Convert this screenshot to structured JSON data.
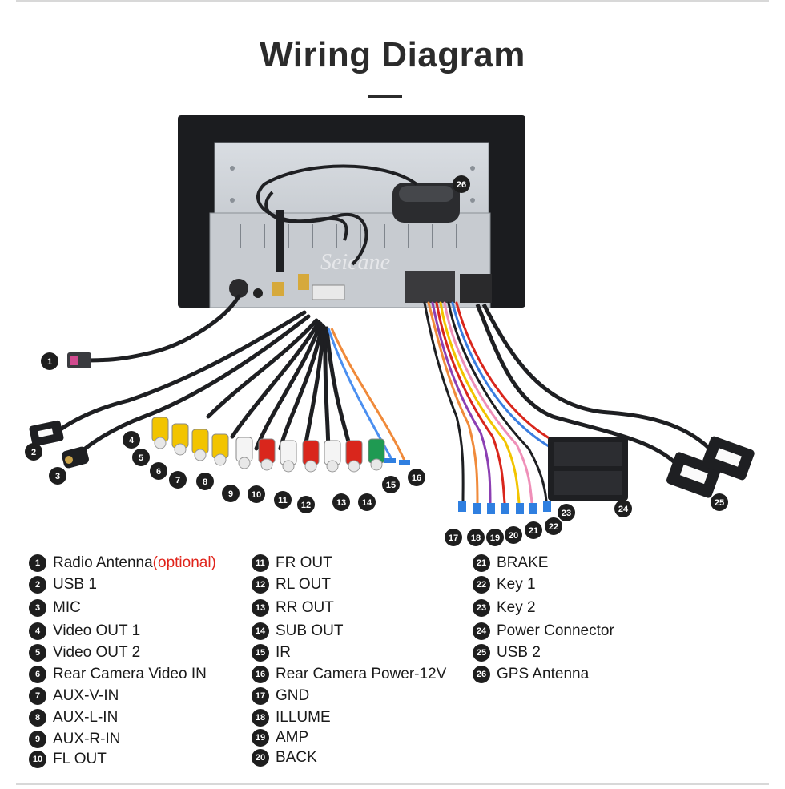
{
  "title": "Wiring Diagram",
  "watermark": "Seicane",
  "callouts": [
    "1",
    "2",
    "3",
    "4",
    "5",
    "6",
    "7",
    "8",
    "9",
    "10",
    "11",
    "12",
    "13",
    "14",
    "15",
    "16",
    "17",
    "18",
    "19",
    "20",
    "21",
    "22",
    "23",
    "24",
    "25",
    "26"
  ],
  "legend": [
    {
      "num": "1",
      "label": "Radio Antenna",
      "note": "(optional)"
    },
    {
      "num": "2",
      "label": "USB 1"
    },
    {
      "num": "3",
      "label": "MIC"
    },
    {
      "num": "4",
      "label": "Video OUT 1"
    },
    {
      "num": "5",
      "label": "Video OUT 2"
    },
    {
      "num": "6",
      "label": "Rear Camera Video IN"
    },
    {
      "num": "7",
      "label": "AUX-V-IN"
    },
    {
      "num": "8",
      "label": "AUX-L-IN"
    },
    {
      "num": "9",
      "label": "AUX-R-IN"
    },
    {
      "num": "10",
      "label": "FL OUT"
    },
    {
      "num": "11",
      "label": "FR OUT"
    },
    {
      "num": "12",
      "label": "RL OUT"
    },
    {
      "num": "13",
      "label": "RR OUT"
    },
    {
      "num": "14",
      "label": "SUB OUT"
    },
    {
      "num": "15",
      "label": "IR"
    },
    {
      "num": "16",
      "label": "Rear Camera Power-12V"
    },
    {
      "num": "17",
      "label": "GND"
    },
    {
      "num": "18",
      "label": "ILLUME"
    },
    {
      "num": "19",
      "label": "AMP"
    },
    {
      "num": "20",
      "label": "BACK"
    },
    {
      "num": "21",
      "label": "BRAKE"
    },
    {
      "num": "22",
      "label": "Key 1"
    },
    {
      "num": "23",
      "label": "Key 2"
    },
    {
      "num": "24",
      "label": "Power Connector"
    },
    {
      "num": "25",
      "label": "USB 2"
    },
    {
      "num": "26",
      "label": "GPS Antenna"
    }
  ],
  "colors": {
    "rca_yellow": "#f2c400",
    "rca_red": "#d9261c",
    "rca_white": "#f4f4f4",
    "rca_green": "#1f9a52",
    "option_red": "#e0241b"
  }
}
